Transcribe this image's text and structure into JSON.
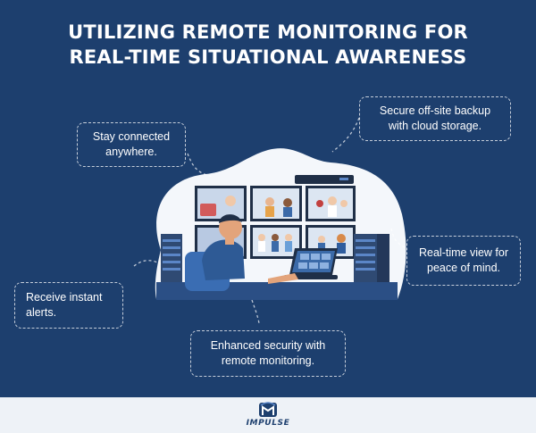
{
  "title": {
    "line1": "UTILIZING REMOTE MONITORING FOR",
    "line2": "REAL-TIME SITUATIONAL AWARENESS"
  },
  "callouts": {
    "stay_connected": {
      "line1": "Stay connected",
      "line2": "anywhere."
    },
    "secure_backup": {
      "line1": "Secure off-site backup",
      "line2": "with cloud storage."
    },
    "real_time_view": {
      "line1": "Real-time view for",
      "line2": "peace of mind."
    },
    "instant_alerts": {
      "line1": "Receive instant",
      "line2": "alerts."
    },
    "enhanced_security": {
      "line1": "Enhanced security with",
      "line2": "remote monitoring."
    }
  },
  "footer": {
    "logo_text": "IMPULSE"
  },
  "colors": {
    "background": "#1d3f6e",
    "blob": "#f4f7fb",
    "footer": "#eef2f7",
    "accent_blue": "#2f5d9e",
    "dark": "#1f2f47"
  },
  "icons": [
    "monitor-wall-illustration",
    "operator-illustration",
    "laptop-illustration",
    "server-rack-icon",
    "impulse-logo-icon"
  ]
}
